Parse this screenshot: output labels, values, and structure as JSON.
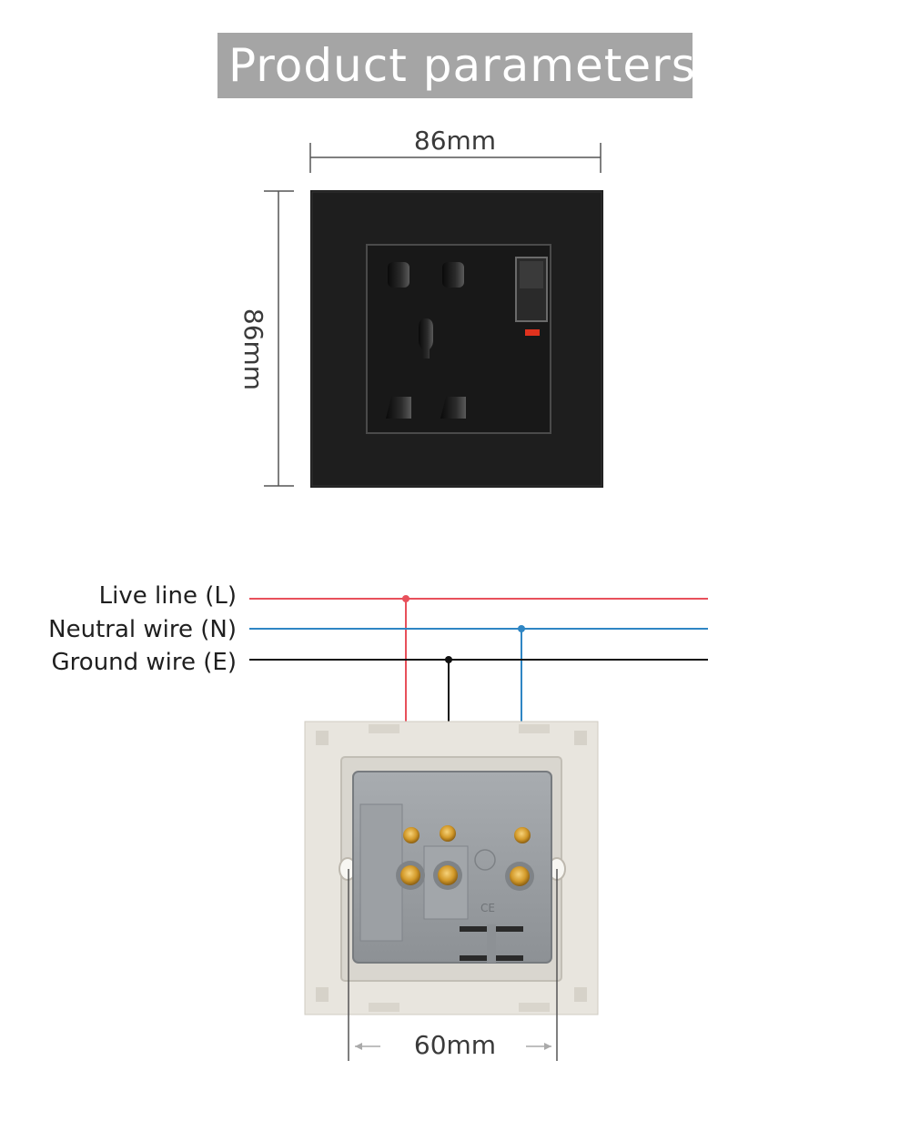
{
  "title": "Product parameters",
  "dimensions": {
    "width_label": "86mm",
    "height_label": "86mm",
    "mount_spacing_label": "60mm"
  },
  "wiring": {
    "live": {
      "label": "Live line (L)",
      "color": "#e8505b"
    },
    "neutral": {
      "label": "Neutral wire (N)",
      "color": "#2f86c4"
    },
    "ground": {
      "label": "Ground wire (E)",
      "color": "#111111"
    }
  },
  "markings": {
    "ce": "CE"
  },
  "colors": {
    "banner": "#a5a5a5",
    "panel_front": "#1e1e1e",
    "panel_back": "#e6e3dc",
    "housing": "#9a9ea2",
    "terminal": "#d9a534",
    "indicator": "#e0321e"
  },
  "icons": [
    "universal-socket-icon",
    "rocker-switch-icon",
    "indicator-light-icon",
    "terminal-screw-icon"
  ]
}
